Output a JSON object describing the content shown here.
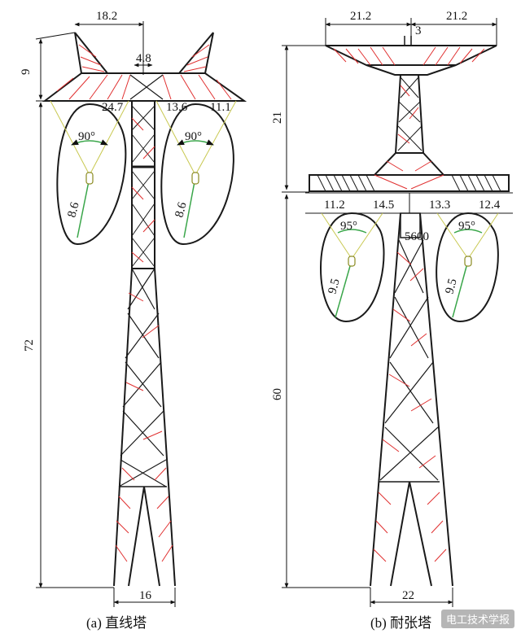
{
  "colors": {
    "frame": "#1a1a1a",
    "brace": "#e03030",
    "angle": "#3aa64a",
    "insulator": "#8a8a20"
  },
  "tower_a": {
    "caption": "(a) 直线塔",
    "dims": {
      "top_span": "18.2",
      "gw_height": "9",
      "gw_center": "4.8",
      "total_height": "72",
      "arm": "24.7",
      "center_to_phase": "13.6",
      "arm_tip": "11.1",
      "angle_left": "90°",
      "angle_right": "90°",
      "radius_left": "8.6",
      "radius_right": "8.6",
      "base": "16"
    }
  },
  "tower_b": {
    "caption": "(b) 耐张塔",
    "dims": {
      "top_left": "21.2",
      "top_right": "21.2",
      "top_center": "3",
      "upper_height": "21",
      "lower_height": "60",
      "arm_out_left": "11.2",
      "arm_in_left": "14.5",
      "arm_in_right": "13.3",
      "arm_out_right": "12.4",
      "bottom_label": "5600",
      "angle_left": "95°",
      "angle_right": "95°",
      "radius_left": "9.5",
      "radius_right": "9.5",
      "base": "22"
    }
  },
  "watermark": "电工技术学报"
}
